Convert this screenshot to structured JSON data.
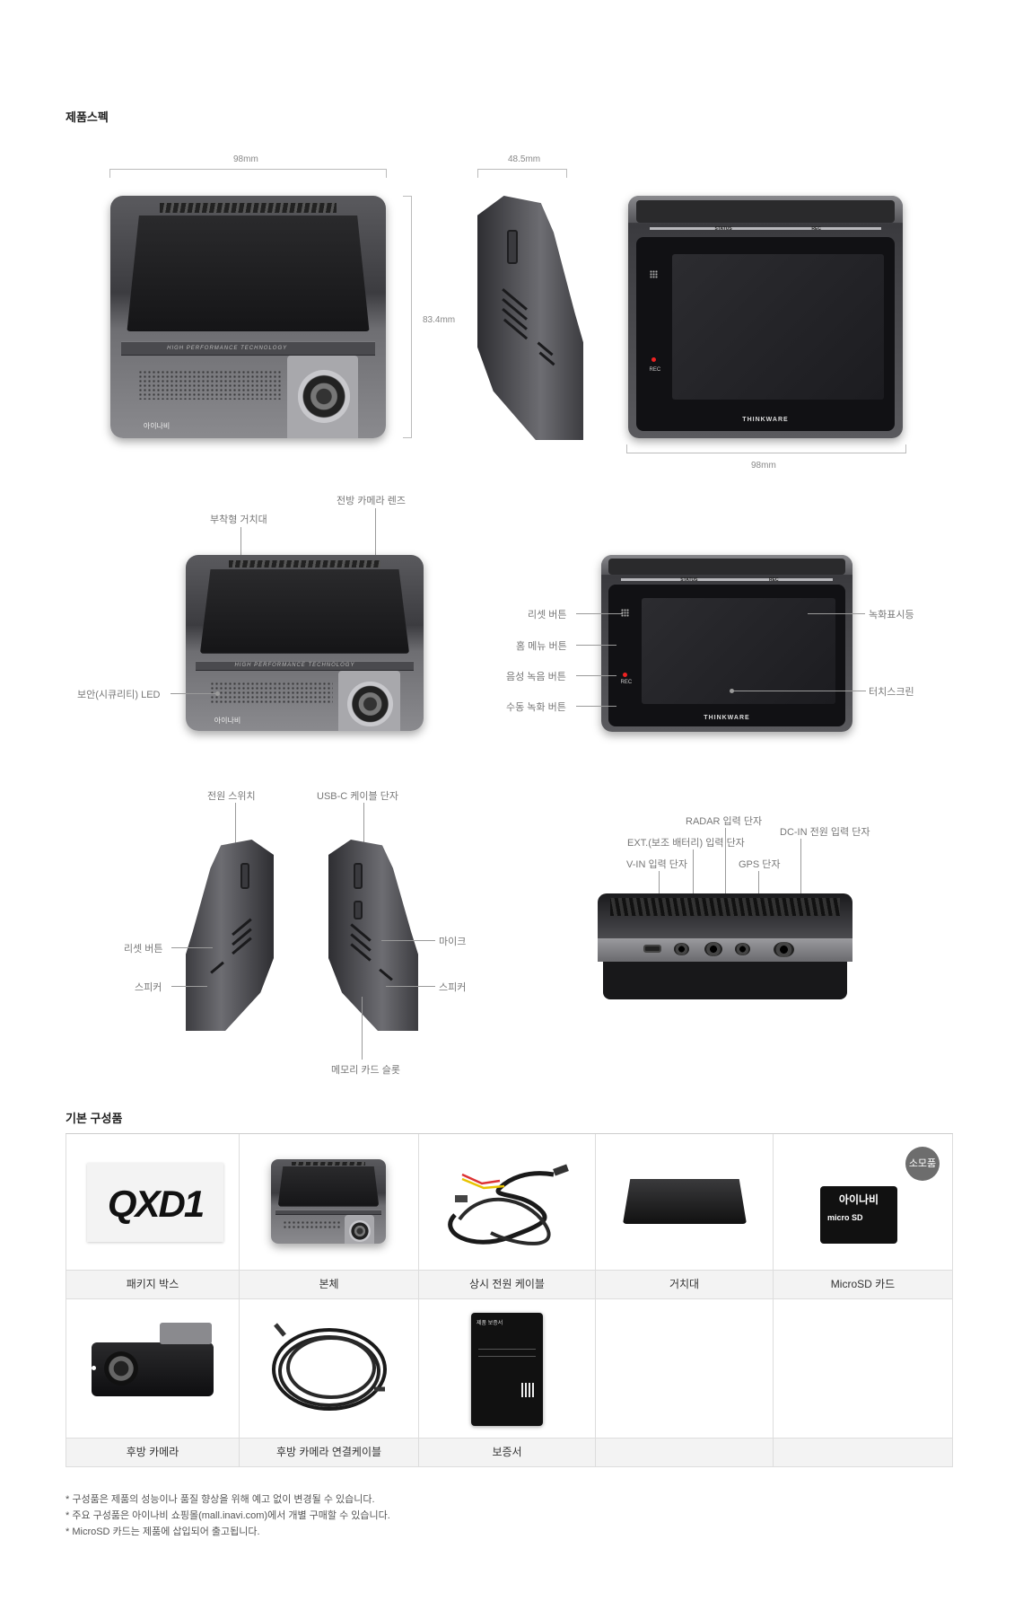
{
  "spec": {
    "title": "제품스펙",
    "dims": {
      "front_width": "98mm",
      "side_depth": "48.5mm",
      "height": "83.4mm",
      "back_width": "98mm"
    },
    "device_print": {
      "band": "HIGH PERFORMANCE TECHNOLOGY",
      "logo": "아이나비",
      "status": "STATUS",
      "rec": "REC",
      "brand": "THINKWARE"
    },
    "labels": {
      "mount": "부착형 거치대",
      "front_lens": "전방 카메라 렌즈",
      "security_led": "보안(시큐리티) LED",
      "reset_button": "리셋 버튼",
      "home_menu_button": "홈 메뉴 버튼",
      "voice_record_button": "음성 녹음 버튼",
      "manual_record_button": "수동 녹화 버튼",
      "record_indicator": "녹화표시등",
      "touch_screen": "터치스크린",
      "power_switch": "전원 스위치",
      "usbc_port": "USB-C 케이블 단자",
      "reset_button_side": "리셋 버튼",
      "speaker_left": "스피커",
      "mic": "마이크",
      "speaker_right": "스피커",
      "memory_slot": "메모리 카드 슬롯",
      "radar_port": "RADAR 입력 단자",
      "ext_port": "EXT.(보조 배터리) 입력 단자",
      "dcin_port": "DC-IN 전원 입력 단자",
      "vin_port": "V-IN 입력 단자",
      "gps_port": "GPS 단자"
    }
  },
  "components": {
    "title": "기본 구성품",
    "consumable_badge": "소모품",
    "box_print": "QXD1",
    "sd_print": "아이나비",
    "warranty_print": "제품 보증서",
    "row1": [
      "패키지 박스",
      "본체",
      "상시 전원 케이블",
      "거치대",
      "MicroSD 카드"
    ],
    "row2": [
      "후방 카메라",
      "후방 카메라 연결케이블",
      "보증서",
      "",
      ""
    ]
  },
  "notes": [
    "* 구성품은 제품의 성능이나 품질 향상을 위해 예고 없이 변경될 수 있습니다.",
    "* 주요 구성품은 아이나비 쇼핑몰(mall.inavi.com)에서 개별 구매할 수 있습니다.",
    "* MicroSD 카드는 제품에 삽입되어 출고됩니다."
  ]
}
